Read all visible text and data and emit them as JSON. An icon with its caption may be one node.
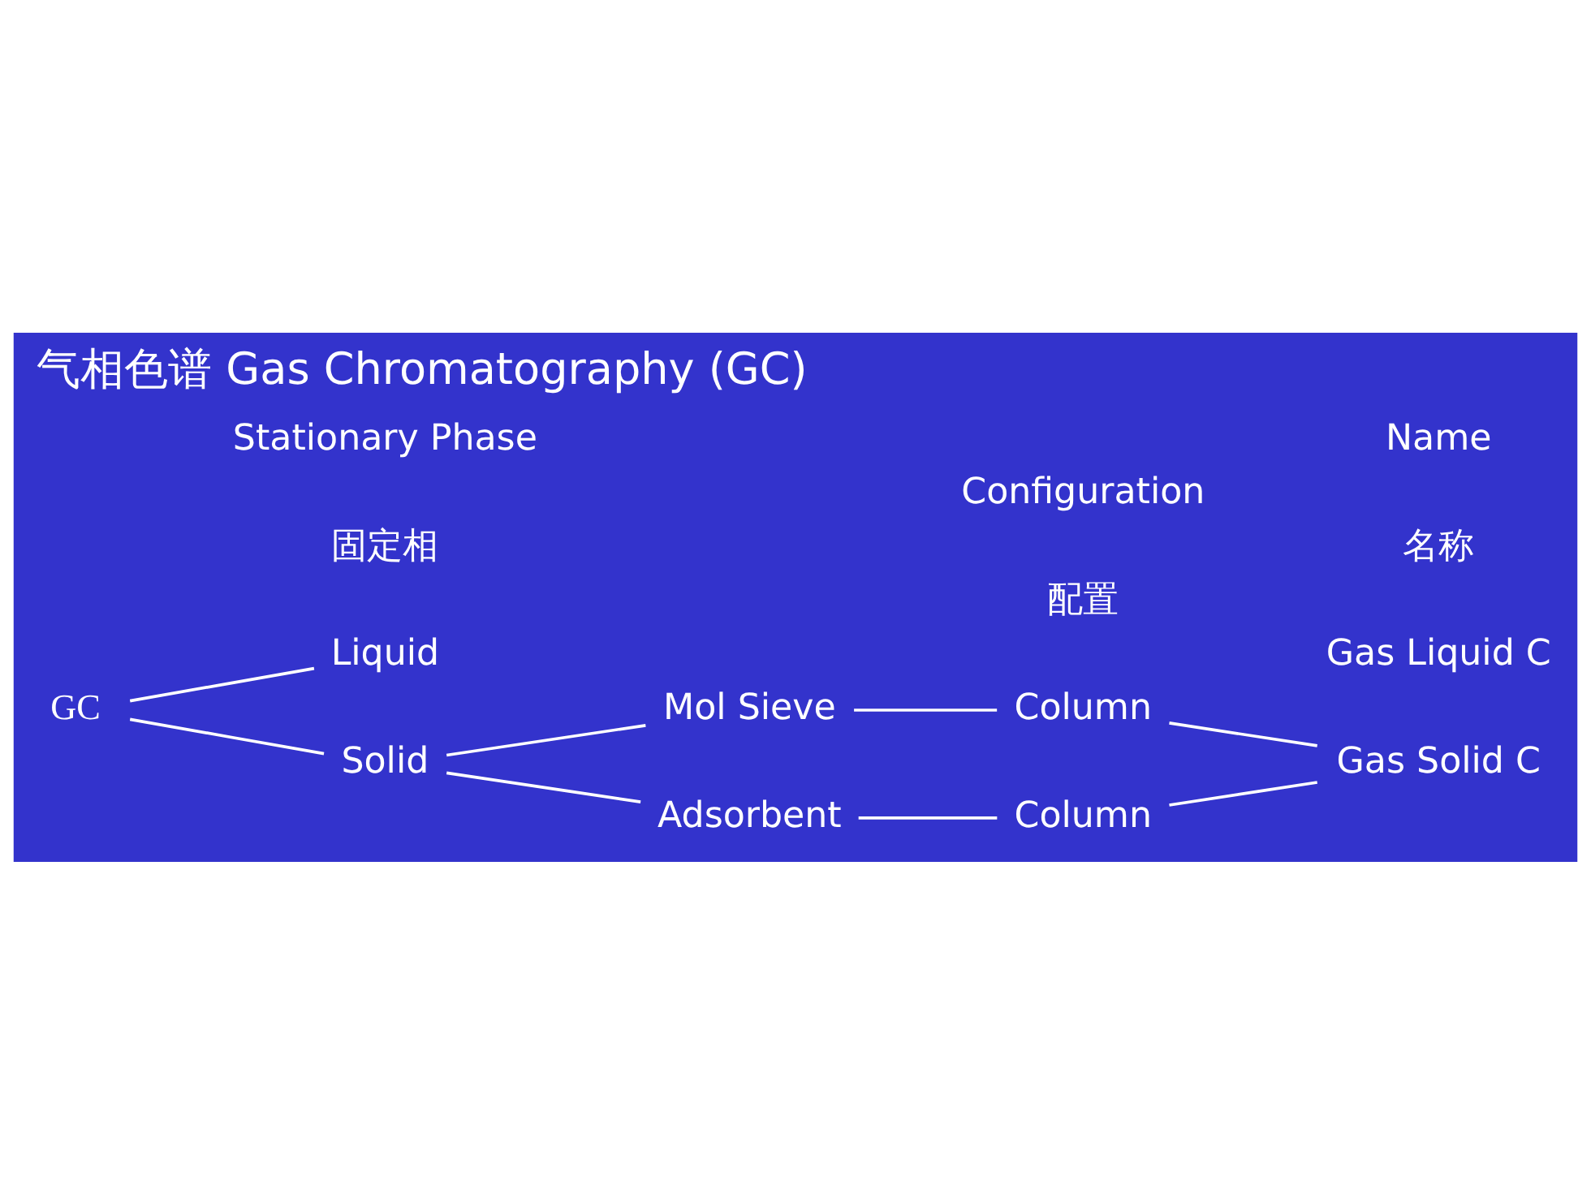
{
  "diagram": {
    "title": "气相色谱 Gas Chromatography (GC)",
    "nodes": [
      {
        "text": [
          "GC"
        ]
      },
      {
        "text": [
          "Liquid"
        ]
      },
      {
        "text": [
          "Solid"
        ]
      },
      {
        "text": [
          "Mol Sieve"
        ]
      },
      {
        "text": [
          "Adsorbent"
        ]
      },
      {
        "text": [
          "Column"
        ]
      },
      {
        "text": [
          "Column"
        ]
      },
      {
        "text": [
          "Gas Liquid C"
        ]
      },
      {
        "text": [
          "Gas Solid C"
        ]
      }
    ],
    "edges": [
      {
        "from": 0,
        "to": 1,
        "arrow": "none"
      },
      {
        "from": 0,
        "to": 2,
        "arrow": "none"
      },
      {
        "from": 2,
        "to": 3,
        "arrow": "none"
      },
      {
        "from": 2,
        "to": 4,
        "arrow": "none"
      },
      {
        "from": 3,
        "to": 5,
        "arrow": "none"
      },
      {
        "from": 4,
        "to": 6,
        "arrow": "none"
      },
      {
        "from": 5,
        "to": 8,
        "arrow": "none"
      },
      {
        "from": 6,
        "to": 8,
        "arrow": "none"
      }
    ],
    "labels": [
      "固定相",
      "Stationary Phase",
      "配置",
      "Configuration",
      "名称",
      "Name"
    ]
  }
}
